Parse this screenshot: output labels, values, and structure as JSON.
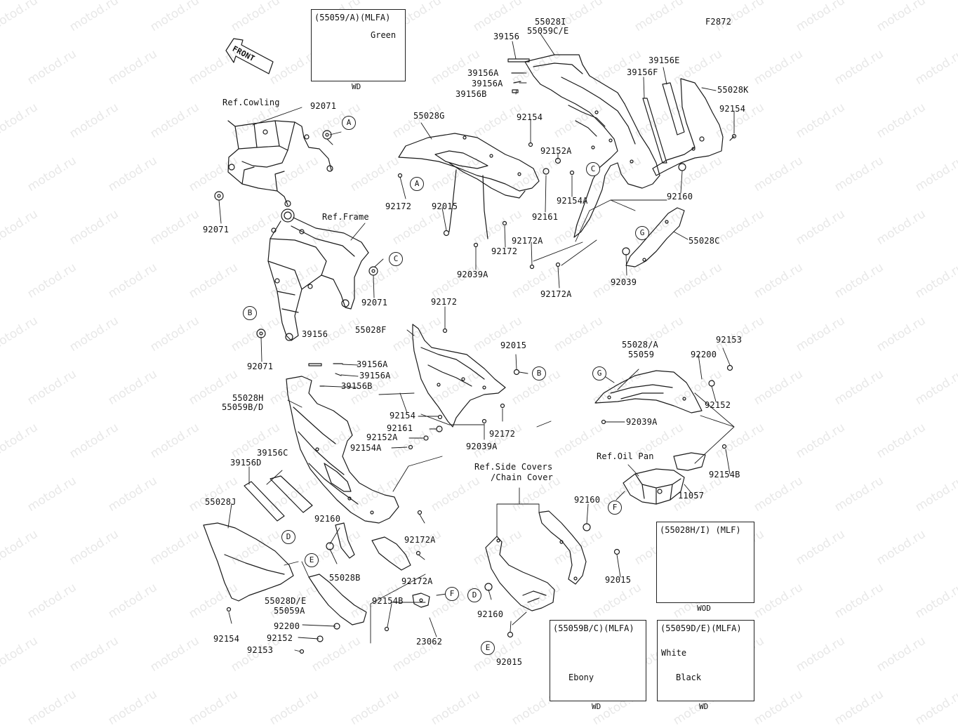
{
  "diagram_code": "F2872",
  "watermark": "motod.ru",
  "front_arrow": "FRONT",
  "ref_labels": {
    "cowling": "Ref.Cowling",
    "frame": "Ref.Frame",
    "oil_pan": "Ref.Oil Pan",
    "side_covers_1": "Ref.Side Covers",
    "side_covers_2": "/Chain Cover"
  },
  "boxes": {
    "mlfa_green": {
      "title": "(55059/A)(MLFA)",
      "color": "Green",
      "footer": "WD"
    },
    "mlf": {
      "title": "(55028H/I) (MLF)",
      "footer": "WOD"
    },
    "mlfa_ebony": {
      "title": "(55059B/C)(MLFA)",
      "color": "Ebony",
      "footer": "WD"
    },
    "mlfa_white_black": {
      "title": "(55059D/E)(MLFA)",
      "color1": "White",
      "color2": "Black",
      "footer": "WD"
    }
  },
  "part_labels": [
    "55028I",
    "55059C/E",
    "39156",
    "39156A",
    "39156A",
    "39156B",
    "39156E",
    "39156F",
    "55028K",
    "92154",
    "55028G",
    "92154",
    "92152A",
    "92154A",
    "92161",
    "92160",
    "92172",
    "92015",
    "92172",
    "92172A",
    "92039A",
    "92172A",
    "55028C",
    "92039",
    "92071",
    "92071",
    "92071",
    "92071",
    "92172",
    "55028F",
    "92015",
    "39156",
    "39156A",
    "39156A",
    "39156B",
    "55028H",
    "55059B/D",
    "92154",
    "92161",
    "92152A",
    "92154A",
    "92172",
    "92039A",
    "55028/A",
    "55059",
    "92200",
    "92153",
    "92152",
    "92039A",
    "11057",
    "92154B",
    "39156C",
    "39156D",
    "55028J",
    "92160",
    "92172A",
    "55028B",
    "92172A",
    "55028D/E",
    "55059A",
    "92154B",
    "92200",
    "92152",
    "92153",
    "23062",
    "92154",
    "92160",
    "92015",
    "92160",
    "92015"
  ],
  "callouts": [
    "A",
    "A",
    "B",
    "B",
    "C",
    "C",
    "D",
    "D",
    "E",
    "E",
    "F",
    "F",
    "G",
    "G"
  ]
}
